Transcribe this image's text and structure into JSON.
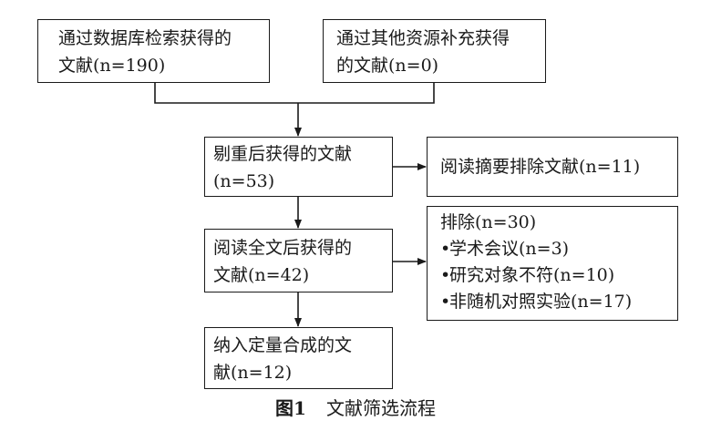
{
  "boxes": {
    "database": {
      "line1": "通过数据库检索获得的",
      "line2": "文献(n=190)"
    },
    "other_sources": {
      "line1": "通过其他资源补充获得",
      "line2": "的文献(n=0)"
    },
    "deduplicated": {
      "line1": "剔重后获得的文献",
      "line2": "(n=53)"
    },
    "abstract_excluded": {
      "text": "阅读摘要排除文献(n=11)"
    },
    "full_text": {
      "line1": "阅读全文后获得的",
      "line2": "文献(n=42)"
    },
    "excluded": {
      "title": "排除(n=30)",
      "bullet": "•",
      "items": [
        "学术会议(n=3)",
        "研究对象不符(n=10)",
        "非随机对照实验(n=17)"
      ]
    },
    "included": {
      "line1": "纳入定量合成的文",
      "line2": "献(n=12)"
    }
  },
  "caption": {
    "figure": "图1",
    "title": "文献筛选流程"
  },
  "colors": {
    "line": "#1a1a1a",
    "background": "#ffffff"
  }
}
